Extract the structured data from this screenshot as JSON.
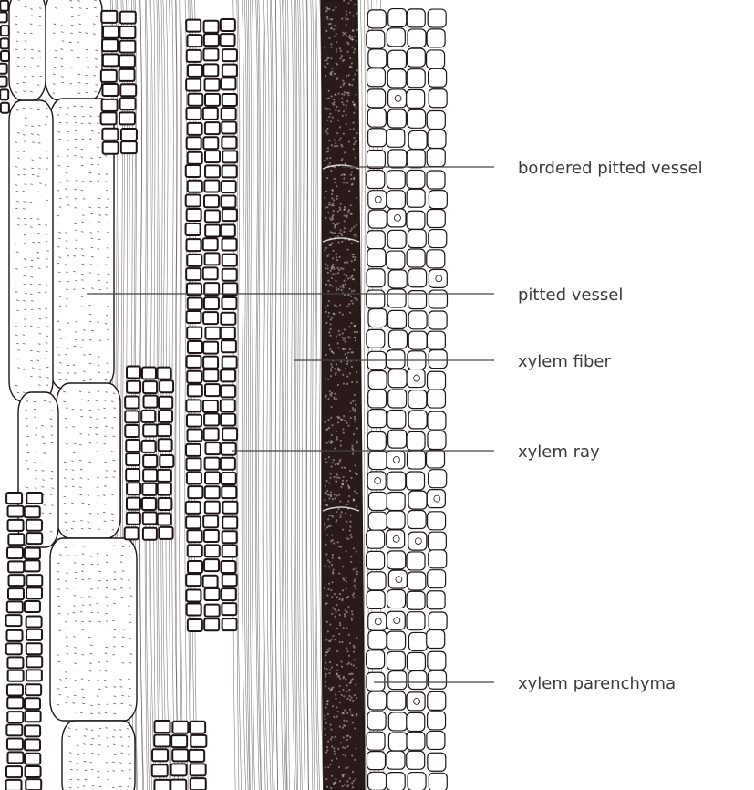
{
  "diagram": {
    "labels": [
      {
        "id": "bordered-pitted-vessel",
        "text": "bordered pitted vessel"
      },
      {
        "id": "pitted-vessel",
        "text": "pitted vessel"
      },
      {
        "id": "xylem-fiber",
        "text": "xylem fiber"
      },
      {
        "id": "xylem-ray",
        "text": "xylem ray"
      },
      {
        "id": "xylem-parenchyma",
        "text": "xylem parenchyma"
      }
    ]
  },
  "colors": {
    "ink": "#1f1414",
    "dark_vessel": "#2a1a1a",
    "label_text": "#3a3a3a",
    "background": "#ffffff"
  }
}
